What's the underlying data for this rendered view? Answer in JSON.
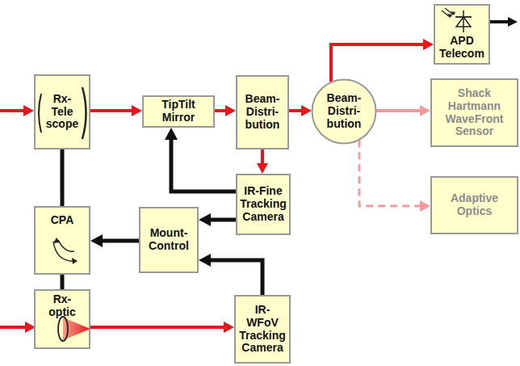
{
  "diagram": {
    "nodes": [
      {
        "text": [
          "Rx-Tele scope"
        ]
      },
      {
        "text": [
          "TipTilt Mirror"
        ]
      },
      {
        "text": [
          "Beam- Distri- bution"
        ]
      },
      {
        "text": [
          "Beam- Distri- bution"
        ]
      },
      {
        "text": [
          "APD Telecom"
        ]
      },
      {
        "text": [
          "Shack Hartmann WaveFront Sensor"
        ]
      },
      {
        "text": [
          "Adaptive Optics"
        ]
      },
      {
        "text": [
          "IR-Fine Tracking Camera"
        ]
      },
      {
        "text": [
          "CPA"
        ]
      },
      {
        "text": [
          "Mount-Control"
        ]
      },
      {
        "text": [
          "Rx- optic"
        ]
      },
      {
        "text": [
          "IR-WFoV Tracking Camera"
        ]
      }
    ],
    "edges": [
      {
        "from": 0,
        "to": 1,
        "arrow": "to"
      },
      {
        "from": 1,
        "to": 2,
        "arrow": "to"
      },
      {
        "from": 2,
        "to": 3,
        "arrow": "to"
      },
      {
        "from": 2,
        "to": 7,
        "arrow": "to"
      },
      {
        "from": 7,
        "to": 1,
        "arrow": "to"
      },
      {
        "from": 7,
        "to": 9,
        "arrow": "to"
      },
      {
        "from": 9,
        "to": 8,
        "arrow": "to"
      },
      {
        "from": 11,
        "to": 9,
        "arrow": "to"
      },
      {
        "from": 8,
        "to": 0,
        "arrow": "none"
      },
      {
        "from": 8,
        "to": 10,
        "arrow": "none"
      },
      {
        "from": 3,
        "to": 4,
        "arrow": "to"
      },
      {
        "from": 3,
        "to": 5,
        "arrow": "to"
      },
      {
        "from": 3,
        "to": 6,
        "arrow": "to"
      },
      {
        "from": 10,
        "to": 11,
        "arrow": "to"
      }
    ]
  }
}
